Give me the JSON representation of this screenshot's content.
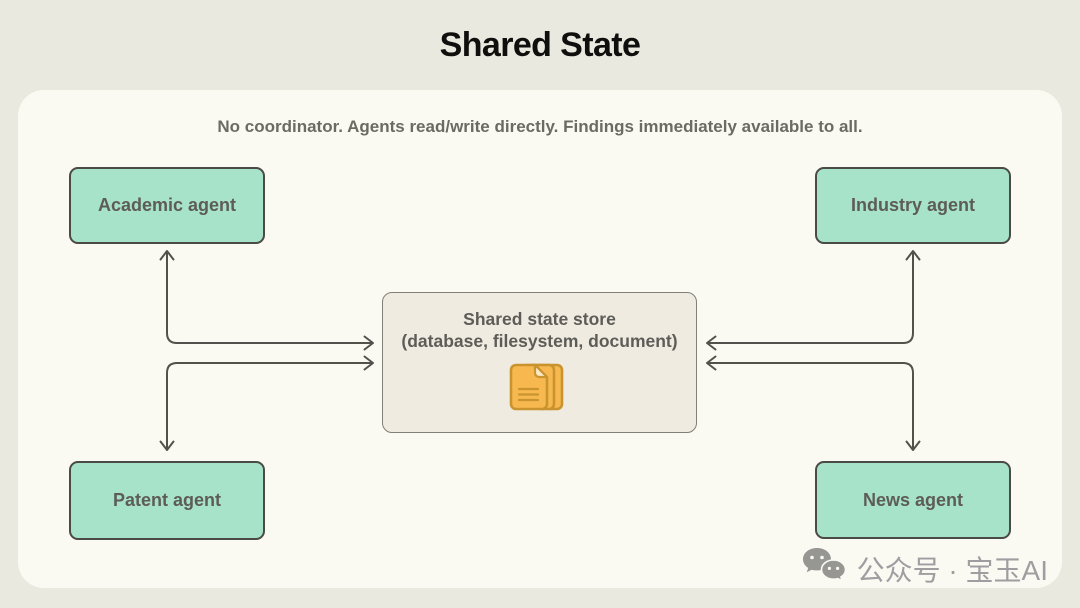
{
  "title": "Shared State",
  "subtitle": "No coordinator. Agents read/write directly. Findings immediately available to all.",
  "agents": [
    {
      "id": "academic",
      "label": "Academic agent",
      "position": "top-left"
    },
    {
      "id": "industry",
      "label": "Industry agent",
      "position": "top-right"
    },
    {
      "id": "patent",
      "label": "Patent agent",
      "position": "bottom-left"
    },
    {
      "id": "news",
      "label": "News agent",
      "position": "bottom-right"
    }
  ],
  "store": {
    "title": "Shared state store",
    "subtitle": "(database, filesystem, document)",
    "icon": "stacked-documents-icon"
  },
  "connections": [
    {
      "from": "academic",
      "to": "store",
      "bidirectional": true,
      "style": "elbow"
    },
    {
      "from": "patent",
      "to": "store",
      "bidirectional": true,
      "style": "elbow"
    },
    {
      "from": "industry",
      "to": "store",
      "bidirectional": true,
      "style": "elbow"
    },
    {
      "from": "news",
      "to": "store",
      "bidirectional": true,
      "style": "elbow"
    }
  ],
  "watermark": {
    "icon": "wechat-icon",
    "label": "公众号 · 宝玉AI"
  },
  "colors": {
    "page_bg": "#EAE9DF",
    "card_bg": "#FBFAF2",
    "agent_fill": "#A7E3C9",
    "agent_border": "#4A4A46",
    "store_fill": "#EFEBE1",
    "store_border": "#817F76",
    "arrow": "#53514C",
    "node_text": "#5D5C57",
    "title_text": "#0F0F0D",
    "subtitle_text": "#6B6A64",
    "doc_fill": "#F7B94F",
    "doc_stroke": "#C9942F",
    "watermark_text": "#97979B"
  }
}
